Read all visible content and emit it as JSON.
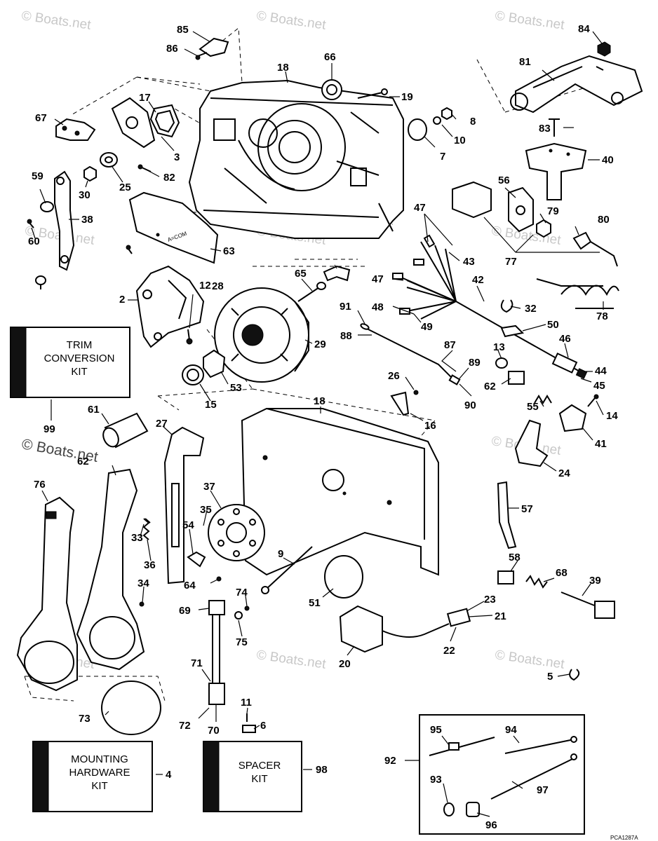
{
  "watermark": "© Boats.net",
  "drawing_ref": "PCA1287A",
  "kits": {
    "trim_conversion": [
      "TRIM",
      "CONVERSION",
      "KIT"
    ],
    "mounting_hardware": [
      "MOUNTING",
      "HARDWARE",
      "KIT"
    ],
    "spacer": [
      "SPACER",
      "KIT"
    ]
  },
  "callouts": [
    "85",
    "86",
    "84",
    "18",
    "66",
    "81",
    "17",
    "67",
    "3",
    "19",
    "8",
    "10",
    "7",
    "83",
    "40",
    "25",
    "30",
    "82",
    "59",
    "38",
    "60",
    "56",
    "79",
    "80",
    "47",
    "43",
    "77",
    "63",
    "65",
    "28",
    "12",
    "2",
    "47",
    "42",
    "32",
    "48",
    "49",
    "78",
    "91",
    "88",
    "87",
    "89",
    "90",
    "50",
    "46",
    "44",
    "45",
    "13",
    "62",
    "26",
    "16",
    "55",
    "14",
    "41",
    "24",
    "29",
    "53",
    "15",
    "18",
    "61",
    "99",
    "27",
    "62",
    "76",
    "37",
    "35",
    "54",
    "33",
    "36",
    "34",
    "64",
    "9",
    "51",
    "74",
    "69",
    "75",
    "57",
    "58",
    "68",
    "39",
    "23",
    "21",
    "22",
    "20",
    "71",
    "5",
    "11",
    "6",
    "72",
    "70",
    "73",
    "4",
    "98",
    "95",
    "94",
    "92",
    "93",
    "96",
    "97"
  ]
}
